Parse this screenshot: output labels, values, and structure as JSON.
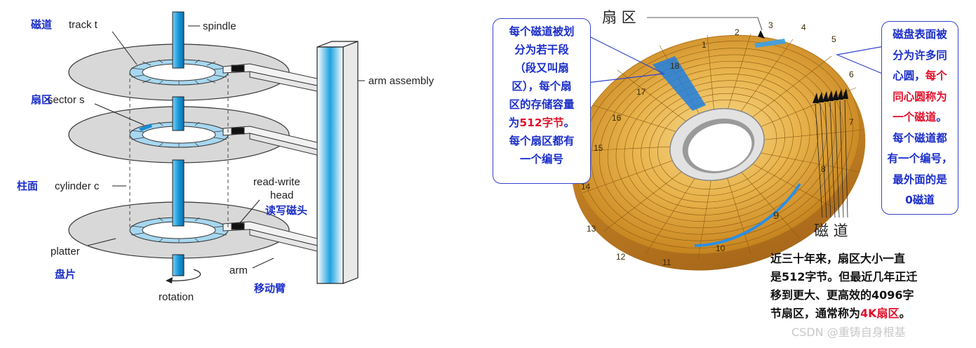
{
  "left_diagram": {
    "cn_labels": {
      "track": "磁道",
      "sector": "扇区",
      "cylinder": "柱面",
      "rw_head": "读写磁头",
      "platter": "盘片",
      "arm": "移动臂"
    },
    "en_labels": {
      "track": "track t",
      "spindle": "spindle",
      "arm_assembly": "arm assembly",
      "sector": "sector s",
      "cylinder": "cylinder c",
      "rw_head_1": "read-write",
      "rw_head_2": "head",
      "platter": "platter",
      "arm": "arm",
      "rotation": "rotation"
    }
  },
  "right_diagram": {
    "sector_label": "扇 区",
    "track_label": "磁 道",
    "sector_numbers": [
      "1",
      "2",
      "3",
      "4",
      "5",
      "6",
      "7",
      "8",
      "9",
      "10",
      "11",
      "12",
      "13",
      "14",
      "15",
      "16",
      "17",
      "18"
    ],
    "left_box": {
      "l1": "每个磁道被划",
      "l2": "分为若干段",
      "l3": "（段又叫扇",
      "l4": "区），每个扇",
      "l5": "区的存储容量",
      "l6_prefix": "为",
      "l6_red": "512字节",
      "l6_suffix": "。",
      "l7": "每个扇区都有",
      "l8": "一个编号"
    },
    "right_box": {
      "l1": "磁盘表面被",
      "l2": "分为许多同",
      "l3_prefix": "心圆，",
      "l3_red": "每个",
      "l4_red": "同心圆称为",
      "l5_red": "一个磁道",
      "l5_suffix": "。",
      "l6": "每个磁道都",
      "l7": "有一个编号，",
      "l8": "最外面的是",
      "l9": "0磁道"
    },
    "note": {
      "l1": "近三十年来，扇区大小一直",
      "l2": "是512字节。但最近几年正迁",
      "l3": "移到更大、更高效的4096字",
      "l4_prefix": "节扇区，通常称为",
      "l4_red": "4K扇区",
      "l4_suffix": "。"
    }
  },
  "watermark": "CSDN @重铸自身根基",
  "colors": {
    "blue_text": "#1c2fc9",
    "red_text": "#e0102a",
    "spindle": "#2aa4e0",
    "disk_gold": "#e5a634"
  }
}
